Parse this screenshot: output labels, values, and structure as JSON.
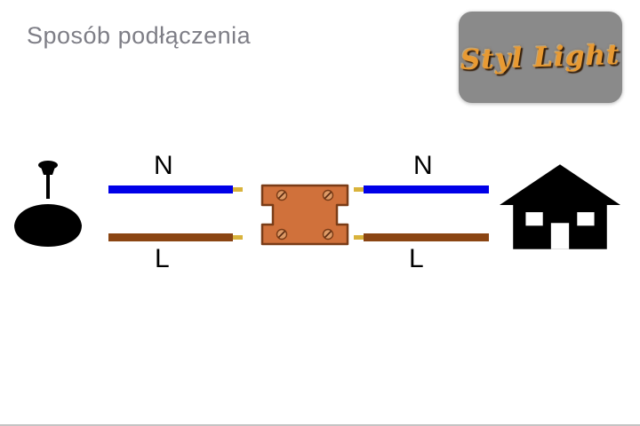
{
  "page": {
    "title": "Sposób podłączenia",
    "brand": "Styl Light"
  },
  "labels": {
    "left_n": "N",
    "left_l": "L",
    "right_n": "N",
    "right_l": "L"
  },
  "colors": {
    "title_text": "#7e7e86",
    "logo_background": "#8a8a8a",
    "logo_text": "#e89a33",
    "wire_n_blue": "#0000e8",
    "wire_l_brown": "#8b4513",
    "wire_tip_gold": "#d9b33c",
    "connector_fill": "#d0713b",
    "connector_stroke": "#7a3c17",
    "screw_fill": "#dd9a66",
    "icon_black": "#000000",
    "bottom_rule": "#c4c4c4"
  },
  "icons": {
    "lamp": "pendant-lamp-icon",
    "connector": "terminal-block-icon",
    "house": "house-icon"
  }
}
